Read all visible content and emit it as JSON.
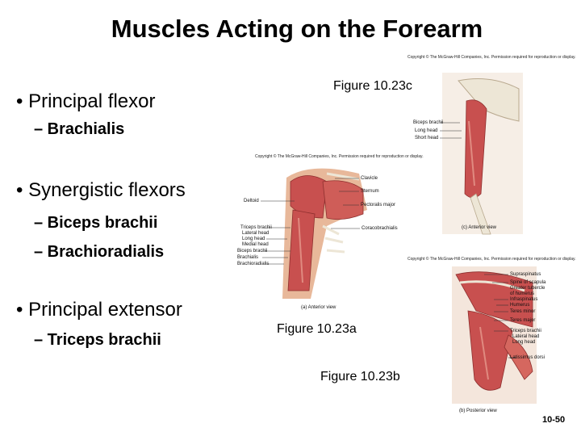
{
  "slide": {
    "title": "Muscles Acting on the Forearm",
    "page_number": "10-50"
  },
  "bullets": [
    {
      "text": "• Principal flexor",
      "subs": [
        "– Brachialis"
      ]
    },
    {
      "text": "• Synergistic flexors",
      "subs": [
        "– Biceps brachii",
        "– Brachioradialis"
      ]
    },
    {
      "text": "• Principal extensor",
      "subs": [
        "– Triceps brachii"
      ]
    }
  ],
  "copyright": "Copyright © The McGraw-Hill Companies, Inc. Permission required for reproduction or display.",
  "figures": {
    "c": {
      "caption": "Figure 10.23c",
      "view": "(c) Anterior view",
      "labels": [
        "Biceps brachii",
        "Long head",
        "Short head"
      ]
    },
    "a": {
      "caption": "Figure 10.23a",
      "view": "(a) Anterior view",
      "labels_right": [
        "Clavicle",
        "Sternum",
        "Pectoralis major",
        "Coracobrachialis"
      ],
      "labels_left": [
        "Deltoid",
        "Triceps brachii",
        "Lateral head",
        "Long head",
        "Medial head",
        "Biceps brachii",
        "Brachialis",
        "Brachioradialis"
      ]
    },
    "b": {
      "caption": "Figure 10.23b",
      "view": "(b) Posterior view",
      "labels": [
        "Supraspinatus",
        "Spine of scapula",
        "Greater tubercle",
        "of humerus",
        "Infraspinatus",
        "Humerus",
        "Teres minor",
        "Teres major",
        "Triceps brachii",
        "Lateral head",
        "Long head",
        "Latissimus dorsi"
      ]
    }
  },
  "colors": {
    "muscle": "#c8504f",
    "muscle_light": "#e08a80",
    "bone": "#ede6d6",
    "skin": "#e8b89a"
  }
}
